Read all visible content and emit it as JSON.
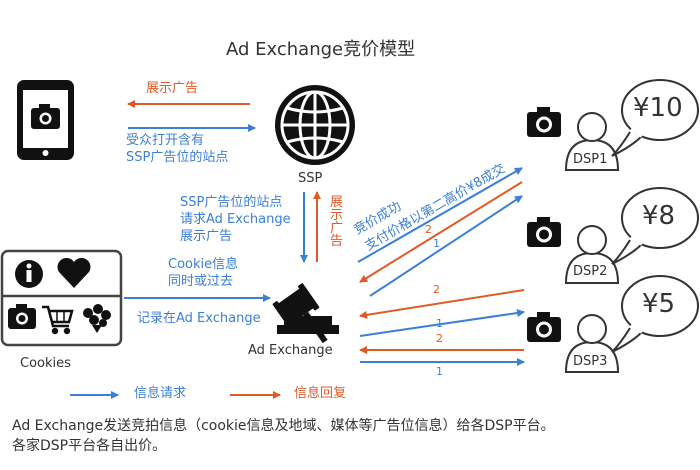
{
  "title": "Ad Exchange竞价模型",
  "phone": {
    "icon": "smartphone-camera-icon"
  },
  "ssp": {
    "label": "SSP",
    "icon": "globe-icon"
  },
  "adx": {
    "label": "Ad Exchange",
    "icon": "gavel-icon"
  },
  "cookies": {
    "label": "Cookies",
    "icons": [
      "info-icon",
      "heart-icon",
      "camera-icon",
      "cart-icon",
      "flowers-icon"
    ]
  },
  "arrows": {
    "show_ad": "展示广告",
    "visit_site_line1": "受众打开含有",
    "visit_site_line2": "SSP广告位的站点",
    "request_line1": "SSP广告位的站点",
    "request_line2": "请求Ad Exchange",
    "request_line3": "展示广告",
    "show_ad_vertical": "展示广告",
    "cookie_line1": "Cookie信息",
    "cookie_line2": "同时或过去",
    "cookie_line3": "记录在Ad Exchange",
    "win_line1": "竞价成功",
    "win_line2": "支付价格以第二高价¥8成交"
  },
  "dsps": [
    {
      "name": "DSP1",
      "price": "¥10"
    },
    {
      "name": "DSP2",
      "price": "¥8"
    },
    {
      "name": "DSP3",
      "price": "¥5"
    }
  ],
  "step_labels": {
    "one": "1",
    "two": "2"
  },
  "legend": {
    "request": "信息请求",
    "reply": "信息回复"
  },
  "description": {
    "line1": "Ad Exchange发送竞拍信息（cookie信息及地域、媒体等广告位信息）给各DSP平台。",
    "line2": "各家DSP平台各自出价。"
  },
  "colors": {
    "request": "#3b7fd6",
    "reply": "#e05a28",
    "icon": "#111111"
  }
}
